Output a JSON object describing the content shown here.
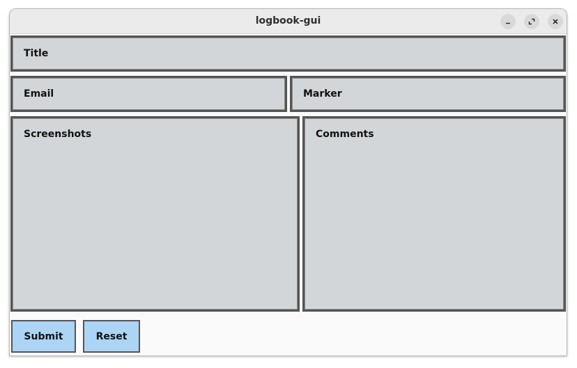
{
  "window": {
    "title": "logbook-gui",
    "controls": {
      "minimize_icon": "minimize-icon",
      "maximize_icon": "maximize-icon",
      "close_icon": "close-icon"
    }
  },
  "form": {
    "title_label": "Title",
    "email_label": "Email",
    "marker_label": "Marker",
    "screenshots_label": "Screenshots",
    "comments_label": "Comments"
  },
  "actions": {
    "submit_label": "Submit",
    "reset_label": "Reset"
  },
  "colors": {
    "field_background": "#d3d6d9",
    "field_border": "#555555",
    "button_background": "#acd4f5",
    "window_background": "#fafafa",
    "titlebar_background": "#ebebeb"
  }
}
